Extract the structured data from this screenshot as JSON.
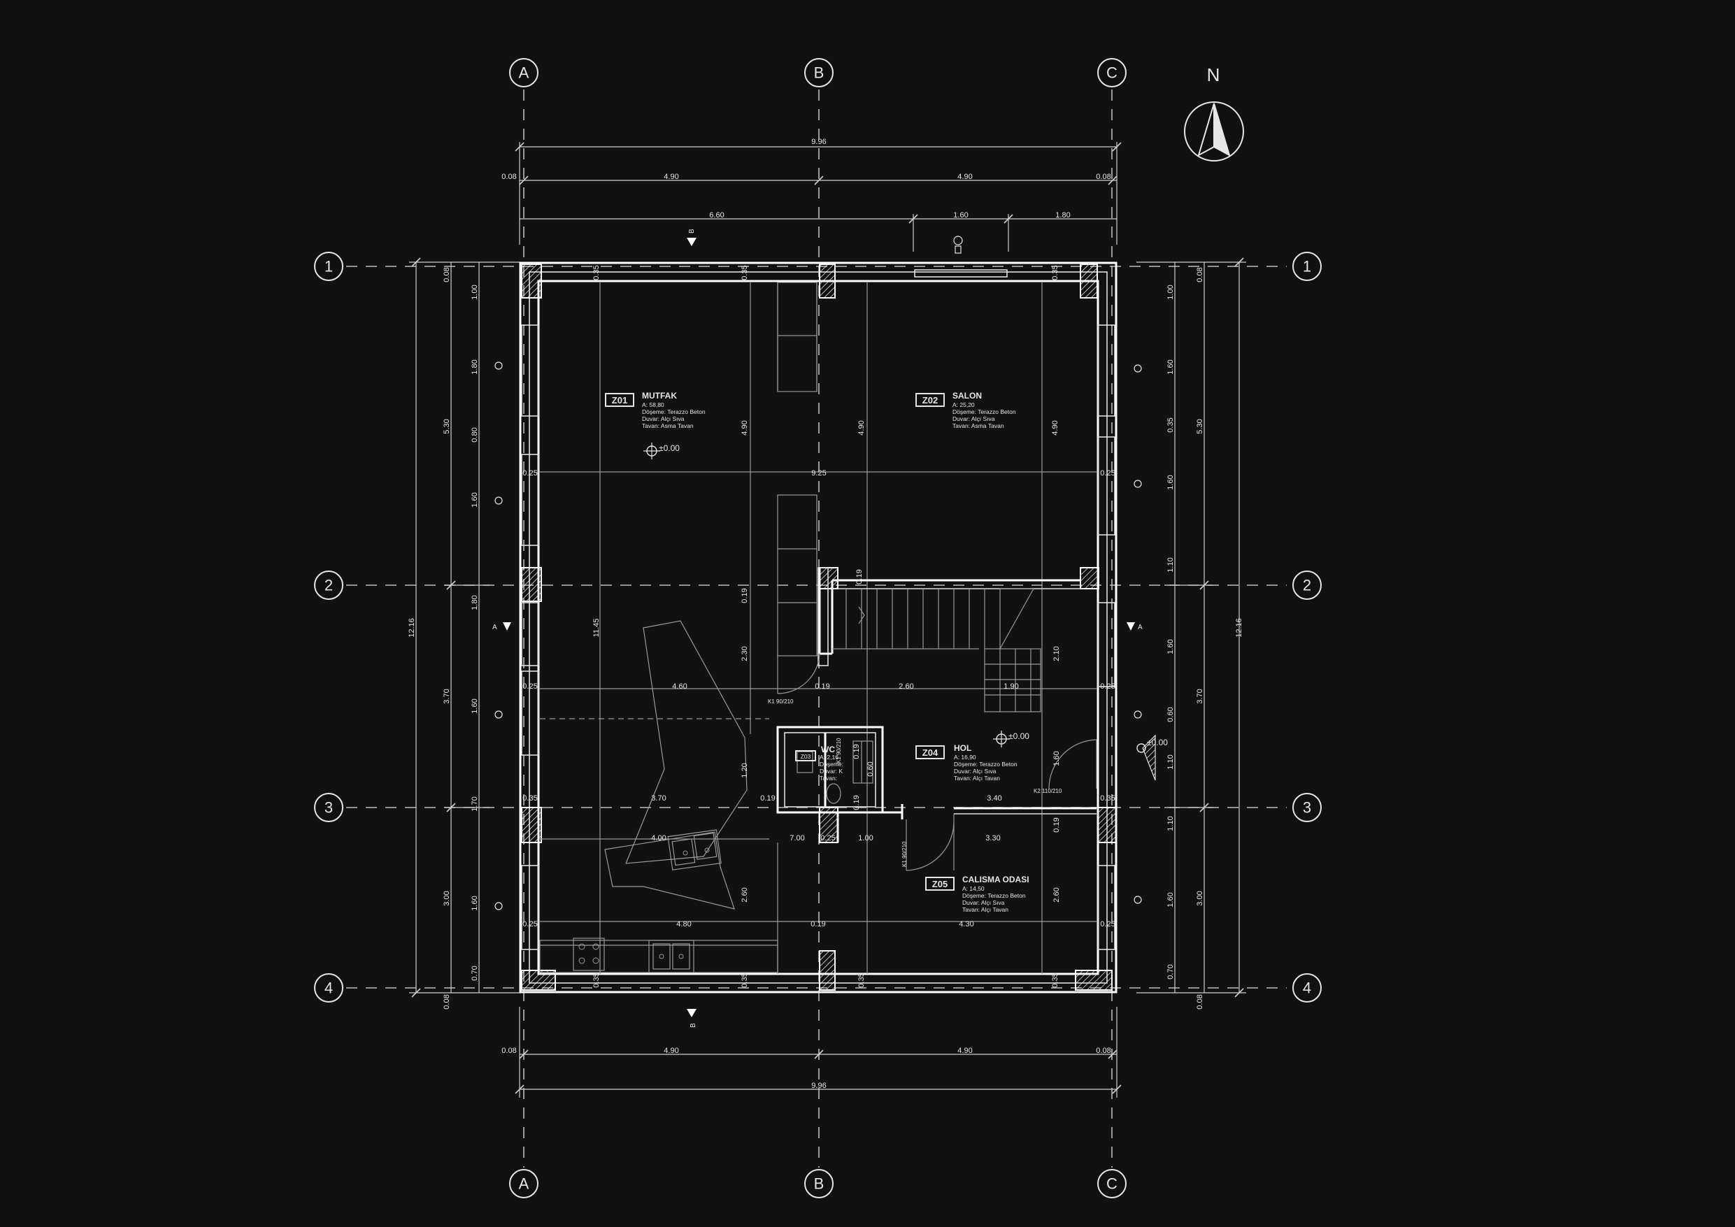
{
  "axes": {
    "columns": [
      "A",
      "B",
      "C"
    ],
    "rows": [
      "1",
      "2",
      "3",
      "4"
    ]
  },
  "north_label": "N",
  "dimensions": {
    "top_total": "9.96",
    "top_edge_left": "0.08",
    "top_edge_right": "0.08",
    "top_left_bay": "4.90",
    "top_right_bay": "4.90",
    "top_third_a": "6.60",
    "top_third_b": "1.60",
    "top_third_c": "1.80",
    "bottom_total": "9.96",
    "bottom_edge_left": "0.08",
    "bottom_edge_right": "0.08",
    "bottom_left_bay": "4.90",
    "bottom_right_bay": "4.90",
    "left_total": "12.16",
    "left_bay_1": "5.30",
    "left_bay_2": "3.70",
    "left_bay_3": "3.00",
    "left_edge_top": "0.08",
    "left_edge_bottom": "0.08",
    "left_inner": [
      "1.00",
      "1.80",
      "0.80",
      "1.60",
      "1.80",
      "1.60",
      "1.70",
      "1.60",
      "0.70"
    ],
    "right_total": "12.16",
    "right_bay_1": "5.30",
    "right_bay_2": "3.70",
    "right_bay_3": "3.00",
    "right_edge_top": "0.08",
    "right_edge_bottom": "0.08",
    "right_inner": [
      "1.00",
      "1.60",
      "0.35",
      "1.60",
      "1.10",
      "1.60",
      "0.60",
      "1.10",
      "1.10",
      "1.60",
      "0.70"
    ],
    "interior": [
      "0.35",
      "0.35",
      "0.35",
      "4.90",
      "4.90",
      "4.90",
      "9.25",
      "0.25",
      "0.25",
      "11.45",
      "0.19",
      "2.30",
      "4.60",
      "0.19",
      "2.60",
      "1.90",
      "2.10",
      "0.25",
      "0.25",
      "1.20",
      "3.70",
      "0.19",
      "3.40",
      "0.35",
      "0.35",
      "4.00",
      "7.00",
      "0.25",
      "1.00",
      "3.30",
      "2.60",
      "2.60",
      "0.19",
      "4.80",
      "0.19",
      "4.30",
      "0.25",
      "0.25",
      "0.35",
      "0.35",
      "0.35",
      "0.35",
      "0.19",
      "0.19",
      "0.60",
      "1.60",
      "0.19"
    ]
  },
  "section_marks": {
    "section_a": "A",
    "section_b": "B"
  },
  "rooms": [
    {
      "code": "Z01",
      "name": "MUTFAK",
      "area": "A: 58,80",
      "floor": "Döşeme: Terazzo Beton",
      "wall": "Duvar: Alçı Sıva",
      "ceiling": "Tavan: Asma Tavan"
    },
    {
      "code": "Z02",
      "name": "SALON",
      "area": "A: 25,20",
      "floor": "Döşeme: Terazzo Beton",
      "wall": "Duvar: Alçı Sıva",
      "ceiling": "Tavan: Asma Tavan"
    },
    {
      "code": "Z03",
      "name": "WC",
      "area": "A: 2,16",
      "floor": "Döşeme:",
      "wall": "Duvar: K",
      "ceiling": "Tavan:"
    },
    {
      "code": "Z04",
      "name": "HOL",
      "area": "A: 16,90",
      "floor": "Döşeme: Terazzo Beton",
      "wall": "Duvar: Alçı Sıva",
      "ceiling": "Tavan: Alçı Tavan"
    },
    {
      "code": "Z05",
      "name": "CALISMA ODASI",
      "area": "A: 14,50",
      "floor": "Döşeme: Terazzo Beton",
      "wall": "Duvar: Alçı Sıva",
      "ceiling": "Tavan: Alçı Tavan"
    }
  ],
  "elevations": [
    "±0.00",
    "±0.00",
    "±0.00"
  ],
  "doors": [
    "K1 90/210",
    "K2 110/210",
    "K1 90/210",
    "K1 90/210"
  ],
  "colors": {
    "background": "#111111",
    "lines": "#ffffff",
    "grid": "#bdbdbd"
  }
}
